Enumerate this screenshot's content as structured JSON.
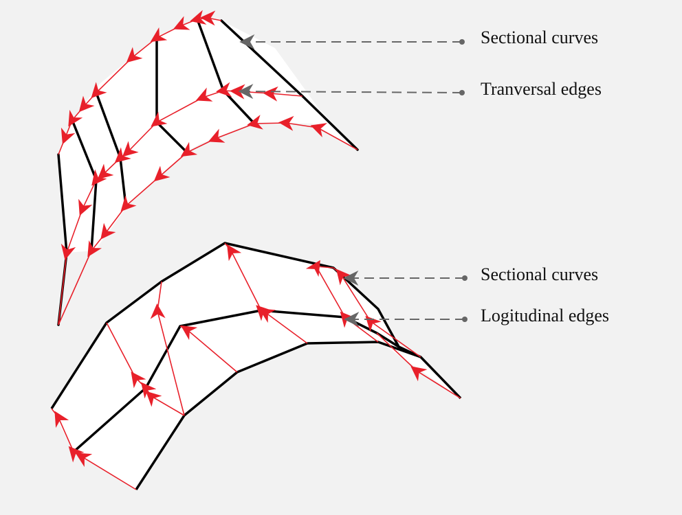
{
  "labels": {
    "top_sectional": "Sectional curves",
    "top_transversal": "Tranversal edges",
    "bottom_sectional": "Sectional curves",
    "bottom_longitudinal": "Logitudinal edges"
  },
  "colors": {
    "background": "#f2f2f2",
    "surface_fill": "#ffffff",
    "edge_black": "#000000",
    "arrow_red": "#e8202a",
    "leader_gray": "#666666"
  }
}
